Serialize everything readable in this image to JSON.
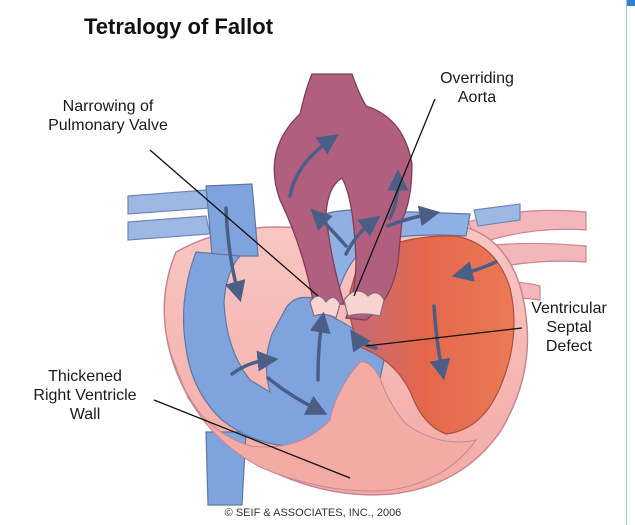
{
  "title": "Tetralogy of Fallot",
  "labels": {
    "pulmonary_valve": [
      "Narrowing of",
      "Pulmonary Valve"
    ],
    "overriding_aorta": [
      "Overriding",
      "Aorta"
    ],
    "vsd": [
      "Ventricular",
      "Septal",
      "Defect"
    ],
    "right_ventricle": [
      "Thickened",
      "Right Ventricle",
      "Wall"
    ]
  },
  "copyright": "© SEIF & ASSOCIATES, INC., 2006",
  "colors": {
    "deoxygenated_blue": "#7fa3dc",
    "aorta_mauve": "#b0607e",
    "oxygenated_red": "#e8704e",
    "heart_wall_pink": "#f5b8b4"
  }
}
